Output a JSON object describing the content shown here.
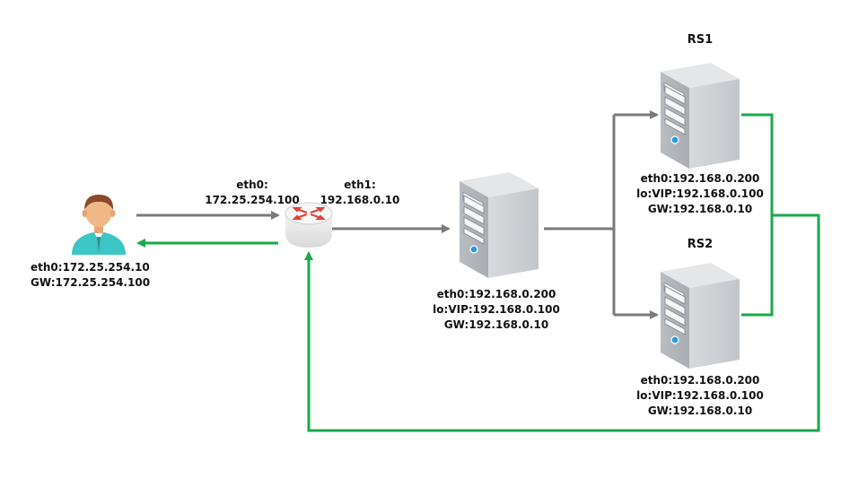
{
  "client": {
    "icon": "user-icon",
    "eth0": "eth0:172.25.254.10",
    "gw": "GW:172.25.254.100"
  },
  "router": {
    "icon": "router-icon",
    "eth0_label": "eth0:",
    "eth0_ip": "172.25.254.100",
    "eth1_label": "eth1:",
    "eth1_ip": "192.168.0.10"
  },
  "director": {
    "icon": "server-icon",
    "eth0": "eth0:192.168.0.200",
    "lo": "lo:VIP:192.168.0.100",
    "gw": "GW:192.168.0.10"
  },
  "rs1": {
    "title": "RS1",
    "icon": "server-icon",
    "eth0": "eth0:192.168.0.200",
    "lo": "lo:VIP:192.168.0.100",
    "gw": "GW:192.168.0.10"
  },
  "rs2": {
    "title": "RS2",
    "icon": "server-icon",
    "eth0": "eth0:192.168.0.200",
    "lo": "lo:VIP:192.168.0.100",
    "gw": "GW:192.168.0.10"
  },
  "colors": {
    "request": "#7a7a7a",
    "response": "#1aa94a",
    "server_body": "#c9cdd1",
    "router_arrow": "#e0443a",
    "user_shirt": "#3cc6c6",
    "user_skin": "#f0b889",
    "user_hair": "#8b4a2b"
  }
}
